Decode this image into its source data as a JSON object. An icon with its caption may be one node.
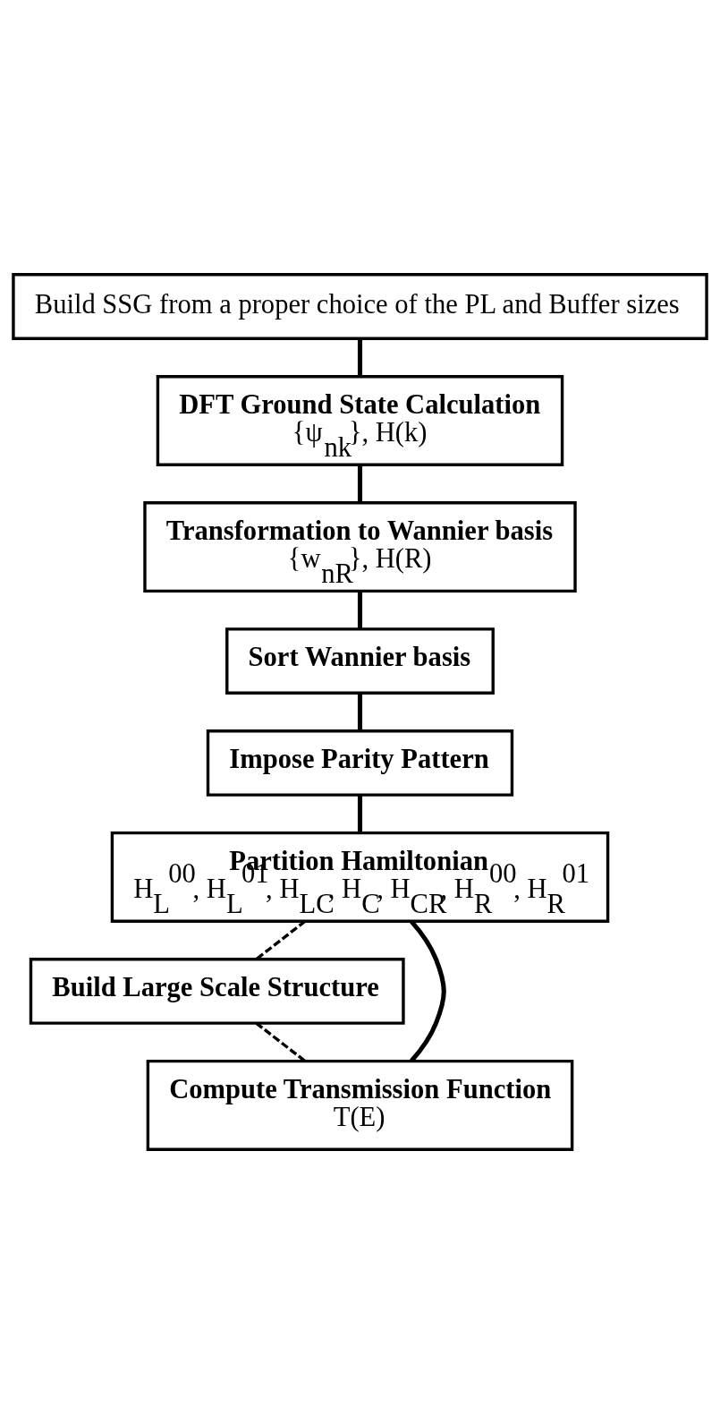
{
  "diagram": {
    "nodes": [
      {
        "text": [
          "Build SSG from a proper choice of the PL and Buffer sizes"
        ]
      },
      {
        "text": [
          "DFT Ground State Calculation",
          "{ψ$_{nk}$}, H(k)"
        ]
      },
      {
        "text": [
          "Transformation to Wannier basis",
          "{w$_{nR}$}, H(R)"
        ]
      },
      {
        "text": [
          "Sort Wannier basis"
        ]
      },
      {
        "text": [
          "Impose Parity Pattern"
        ]
      },
      {
        "text": [
          "Partition Hamiltonian",
          "H$_{L}$$^{00}$, H$_{L}$$^{01}$, H$_{LC}$, H$_{C}$, H$_{CR}$, H$_{R}$$^{00}$, H$_{R}$$^{01}$"
        ]
      },
      {
        "text": [
          "Build Large Scale Structure"
        ]
      },
      {
        "text": [
          "Compute Transmission Function",
          "T(E)"
        ]
      }
    ],
    "edges": [
      {
        "from": 0,
        "to": 1,
        "arrow": "none"
      },
      {
        "from": 1,
        "to": 2,
        "arrow": "none"
      },
      {
        "from": 2,
        "to": 3,
        "arrow": "none"
      },
      {
        "from": 3,
        "to": 4,
        "arrow": "none"
      },
      {
        "from": 4,
        "to": 5,
        "arrow": "none"
      },
      {
        "from": 5,
        "to": 7,
        "arrow": "none"
      },
      {
        "from": 5,
        "to": 6,
        "arrow": "none",
        "style": "dashed"
      },
      {
        "from": 6,
        "to": 7,
        "arrow": "none",
        "style": "dashed"
      }
    ]
  }
}
